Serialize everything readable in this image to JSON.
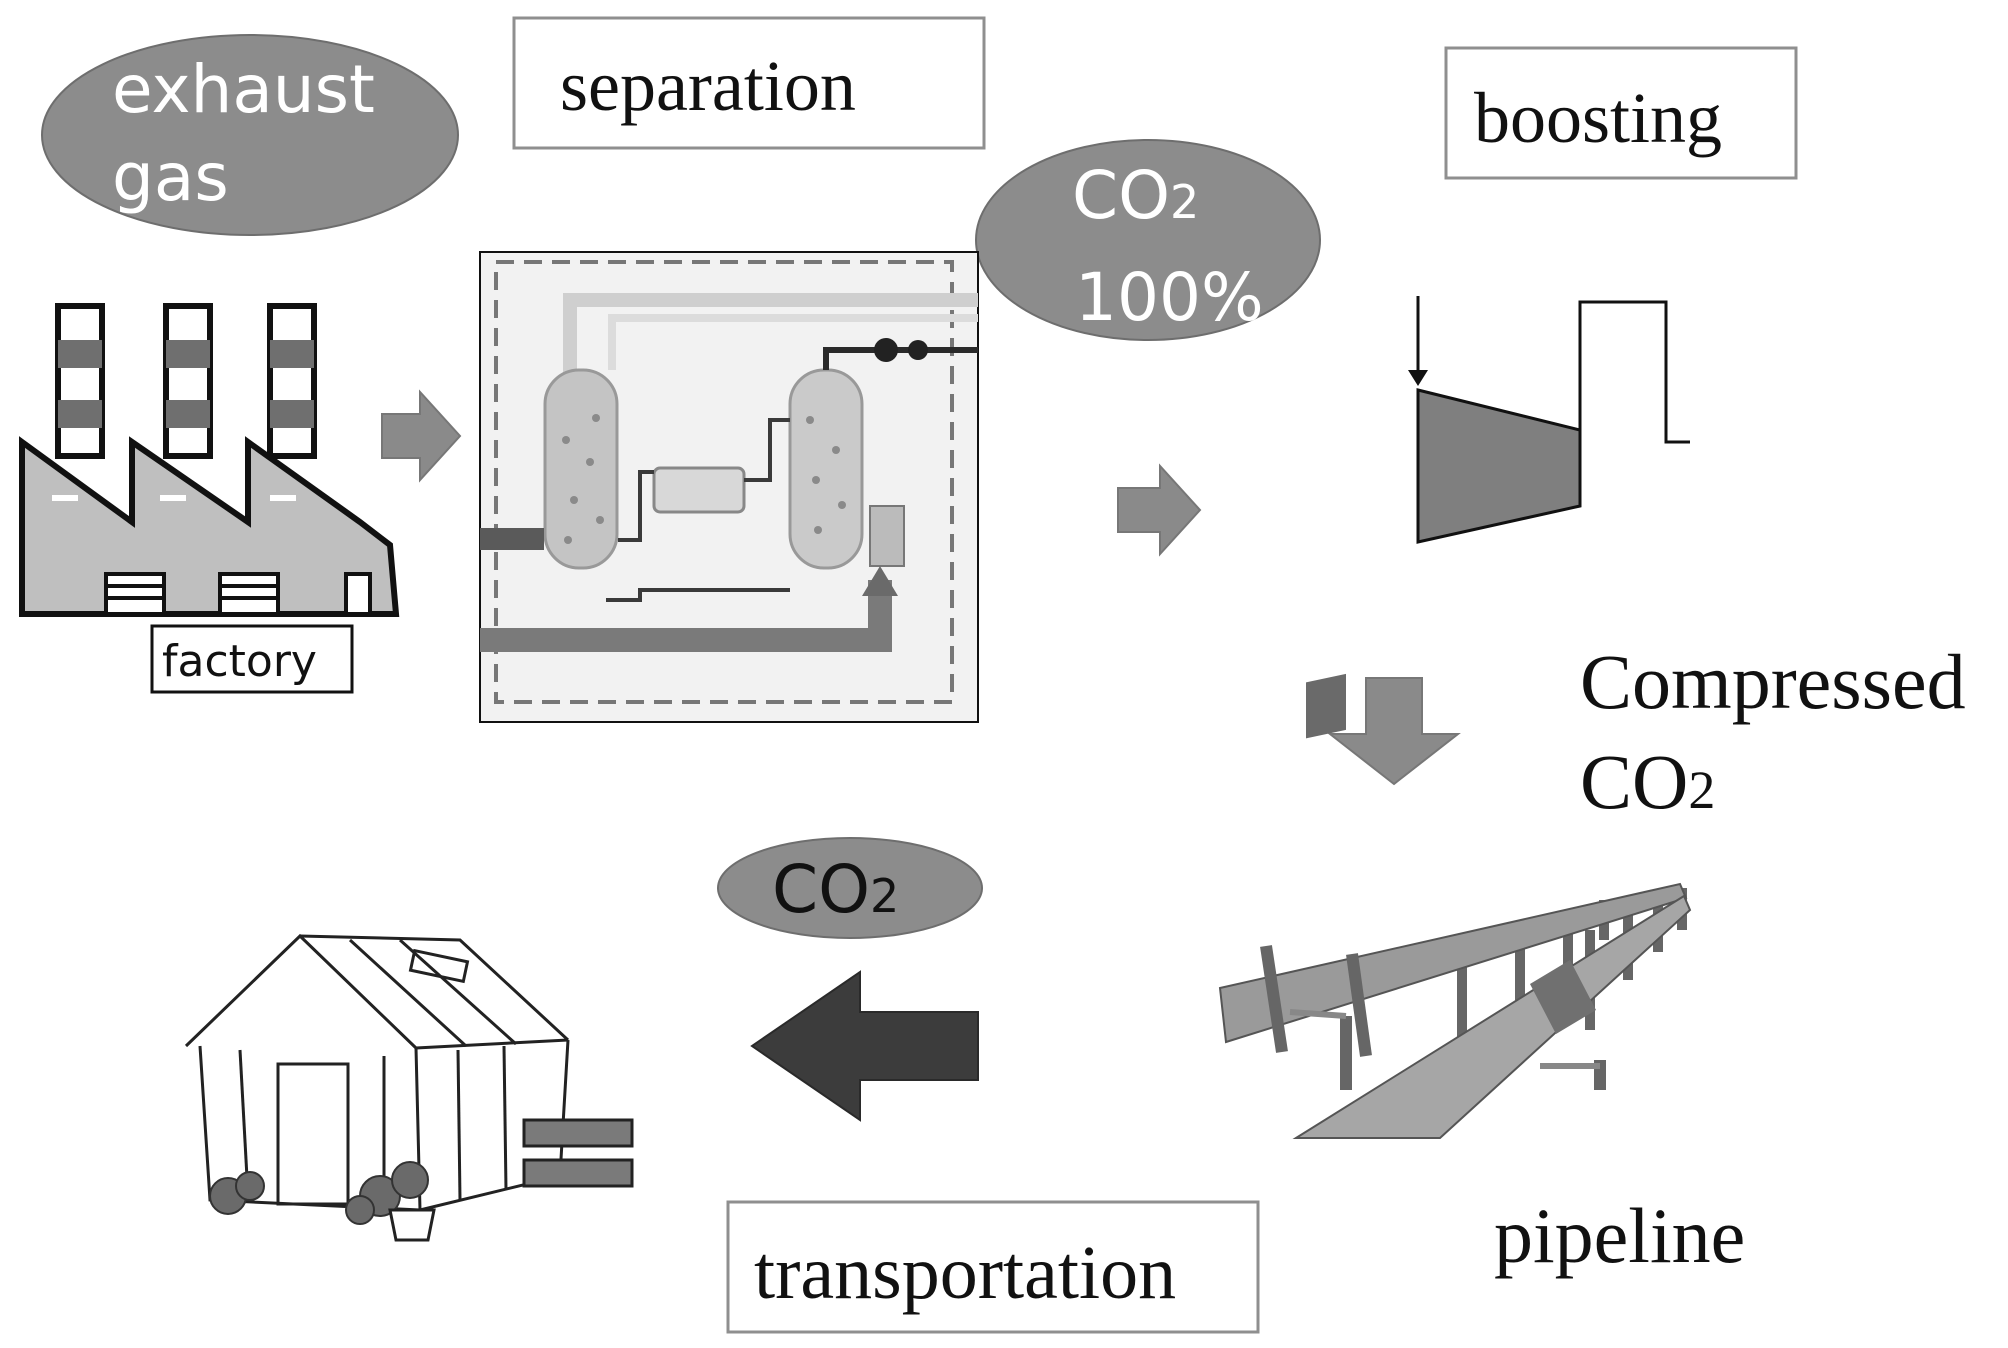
{
  "labels": {
    "exhaust_line1": "exhaust",
    "exhaust_line2": "gas",
    "separation": "separation",
    "co2_pure_line1": "CO",
    "co2_pure_sub": "2",
    "co2_pure_line2": "100%",
    "boosting": "boosting",
    "factory": "factory",
    "compressed_line1": "Compressed",
    "compressed_co2": "CO",
    "compressed_sub": "2",
    "co2_bubble": "CO",
    "co2_bubble_sub": "2",
    "pipeline": "pipeline",
    "transportation": "transportation"
  },
  "colors": {
    "ellipse_fill": "#8c8c8c",
    "arrow_fill": "#8a8a8a",
    "dark_arrow_fill": "#3c3c3c",
    "compressor_fill": "#7f7f7f",
    "pipe_fill": "#9a9a9a",
    "box_border": "#8f8f8f"
  },
  "icons": {
    "factory": "factory-icon",
    "separation_plant": "absorption-plant-icon",
    "compressor": "compressor-icon",
    "pipeline": "pipeline-icon",
    "greenhouse": "greenhouse-icon"
  }
}
